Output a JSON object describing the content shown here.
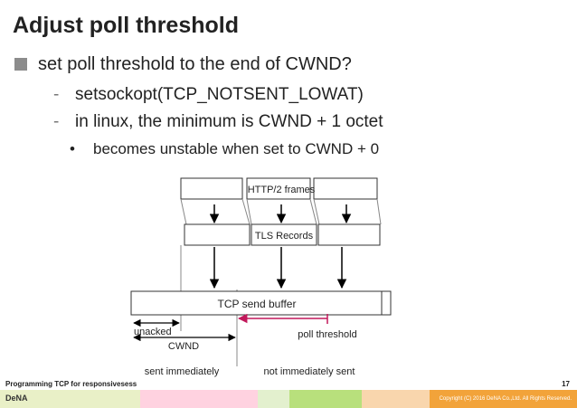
{
  "slide": {
    "title": "Adjust poll threshold",
    "bullet1": "set poll threshold to the end of CWND?",
    "sub1": "setsockopt(TCP_NOTSENT_LOWAT)",
    "sub2": "in linux, the minimum is CWND + 1 octet",
    "dash_glyph": "-",
    "dot_glyph": "•",
    "sub_sub": "becomes unstable when set to CWND + 0"
  },
  "diagram": {
    "http2_label": "HTTP/2 frames",
    "tls_label": "TLS Records",
    "tcp_label": "TCP send buffer",
    "unacked_label": "unacked",
    "cwnd_label": "CWND",
    "poll_label": "poll threshold",
    "sent_label": "sent immediately",
    "not_sent_label": "not immediately sent",
    "poll_color": "#c2185b"
  },
  "footer": {
    "title": "Programming TCP for responsivesess",
    "page": "17",
    "logo": "DeNA",
    "copyright": "Copyright (C) 2016 DeNA Co.,Ltd. All Rights Reserved.",
    "colors": [
      "#e9f0c7",
      "#ffd2e0",
      "#e3f0ce",
      "#b8e07c",
      "#f9d6ad",
      "#f2a33a"
    ]
  }
}
